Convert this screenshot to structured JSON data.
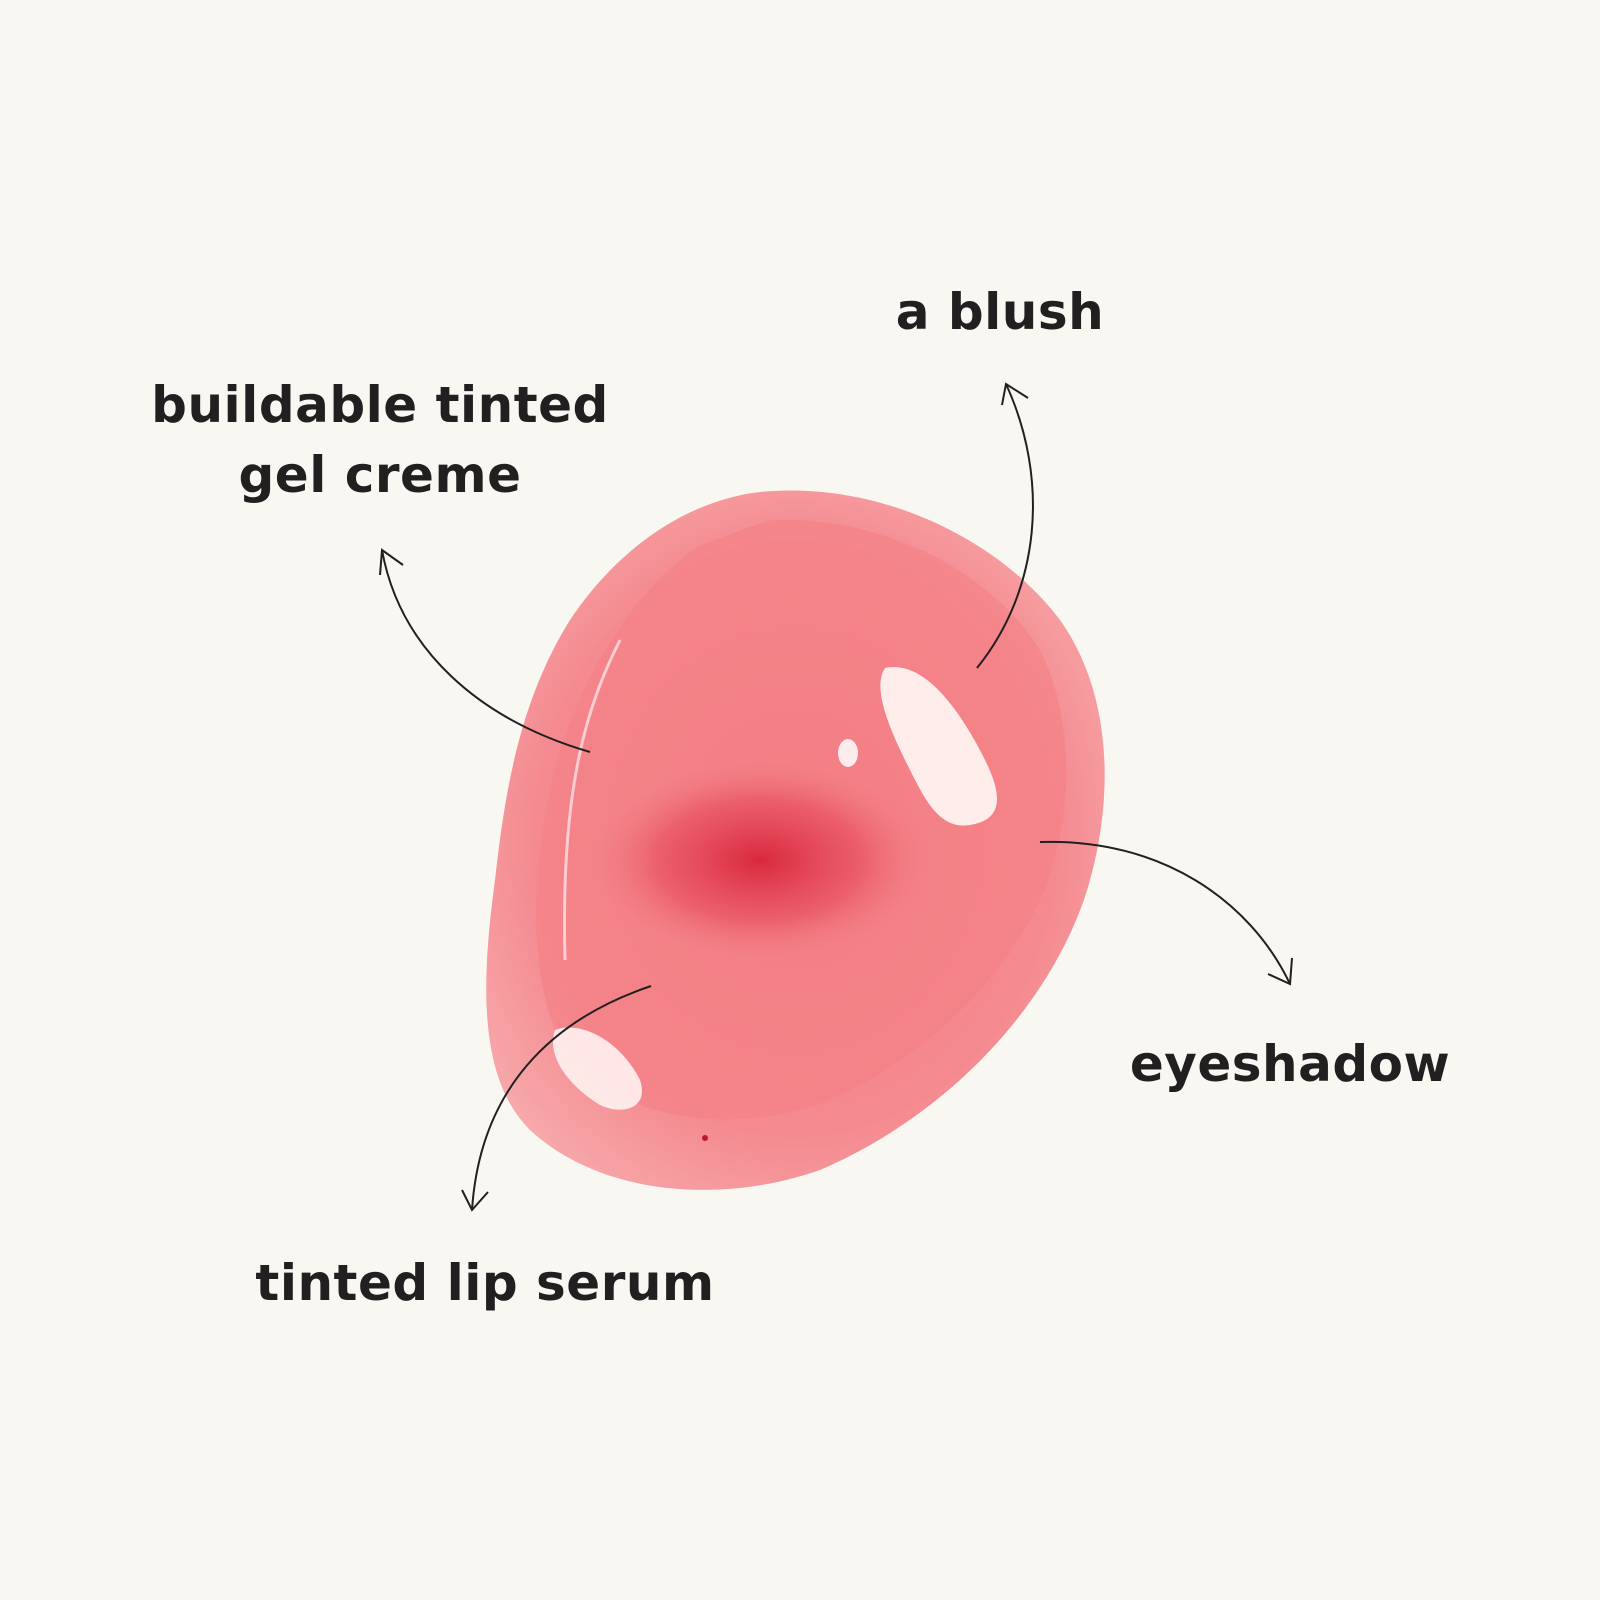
{
  "labels": {
    "blush": "a blush",
    "gel_creme_line1": "buildable tinted",
    "gel_creme_line2": "gel creme",
    "eyeshadow": "eyeshadow",
    "lip_serum": "tinted lip serum"
  },
  "colors": {
    "background": "#f9f7f1",
    "text": "#231f20",
    "gel_light": "#f7a3a6",
    "gel_mid": "#f27b82",
    "gel_deep": "#d9283f"
  }
}
